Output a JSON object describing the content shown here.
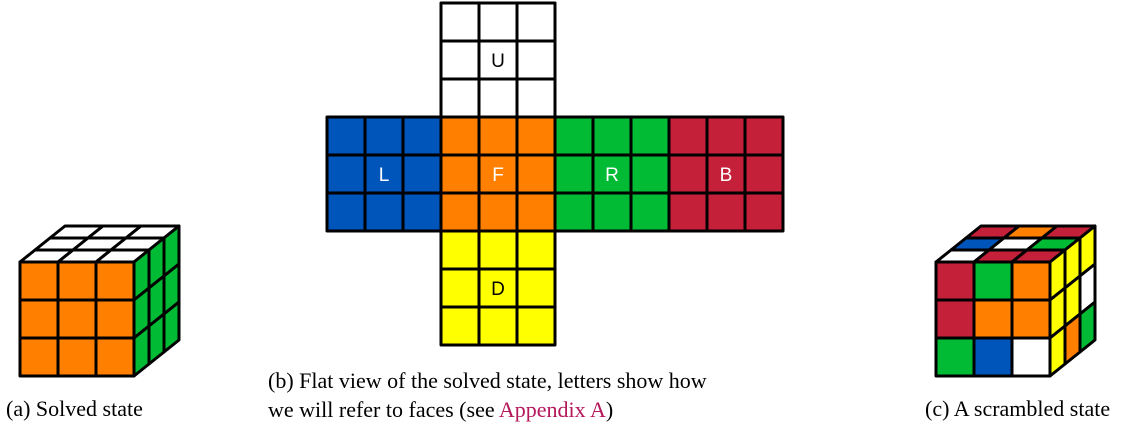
{
  "colors": {
    "white": "#ffffff",
    "yellow": "#ffff00",
    "orange": "#ff8000",
    "green": "#00bb33",
    "blue": "#0055bb",
    "red": "#c4203a",
    "outline": "#000000",
    "link": "#b5175b"
  },
  "faces": {
    "U": {
      "label": "U",
      "color": "white"
    },
    "L": {
      "label": "L",
      "color": "blue"
    },
    "F": {
      "label": "F",
      "color": "orange"
    },
    "R": {
      "label": "R",
      "color": "green"
    },
    "B": {
      "label": "B",
      "color": "red"
    },
    "D": {
      "label": "D",
      "color": "yellow"
    }
  },
  "solved_cube": {
    "top": [
      "white",
      "white",
      "white",
      "white",
      "white",
      "white",
      "white",
      "white",
      "white"
    ],
    "front": [
      "orange",
      "orange",
      "orange",
      "orange",
      "orange",
      "orange",
      "orange",
      "orange",
      "orange"
    ],
    "side": [
      "green",
      "green",
      "green",
      "green",
      "green",
      "green",
      "green",
      "green",
      "green"
    ]
  },
  "scrambled_cube": {
    "top": [
      "red",
      "orange",
      "red",
      "blue",
      "white",
      "green",
      "white",
      "red",
      "red"
    ],
    "front": [
      "red",
      "green",
      "orange",
      "red",
      "orange",
      "orange",
      "green",
      "blue",
      "white"
    ],
    "side": [
      "yellow",
      "yellow",
      "yellow",
      "yellow",
      "yellow",
      "white",
      "yellow",
      "orange",
      "green"
    ]
  },
  "captions": {
    "a": "(a) Solved state",
    "b_line1": "(b) Flat view of the solved state, letters show how",
    "b_line2_prefix": "we will refer to faces (see ",
    "b_link": "Appendix A",
    "b_line2_suffix": ")",
    "c": "(c) A scrambled state"
  }
}
